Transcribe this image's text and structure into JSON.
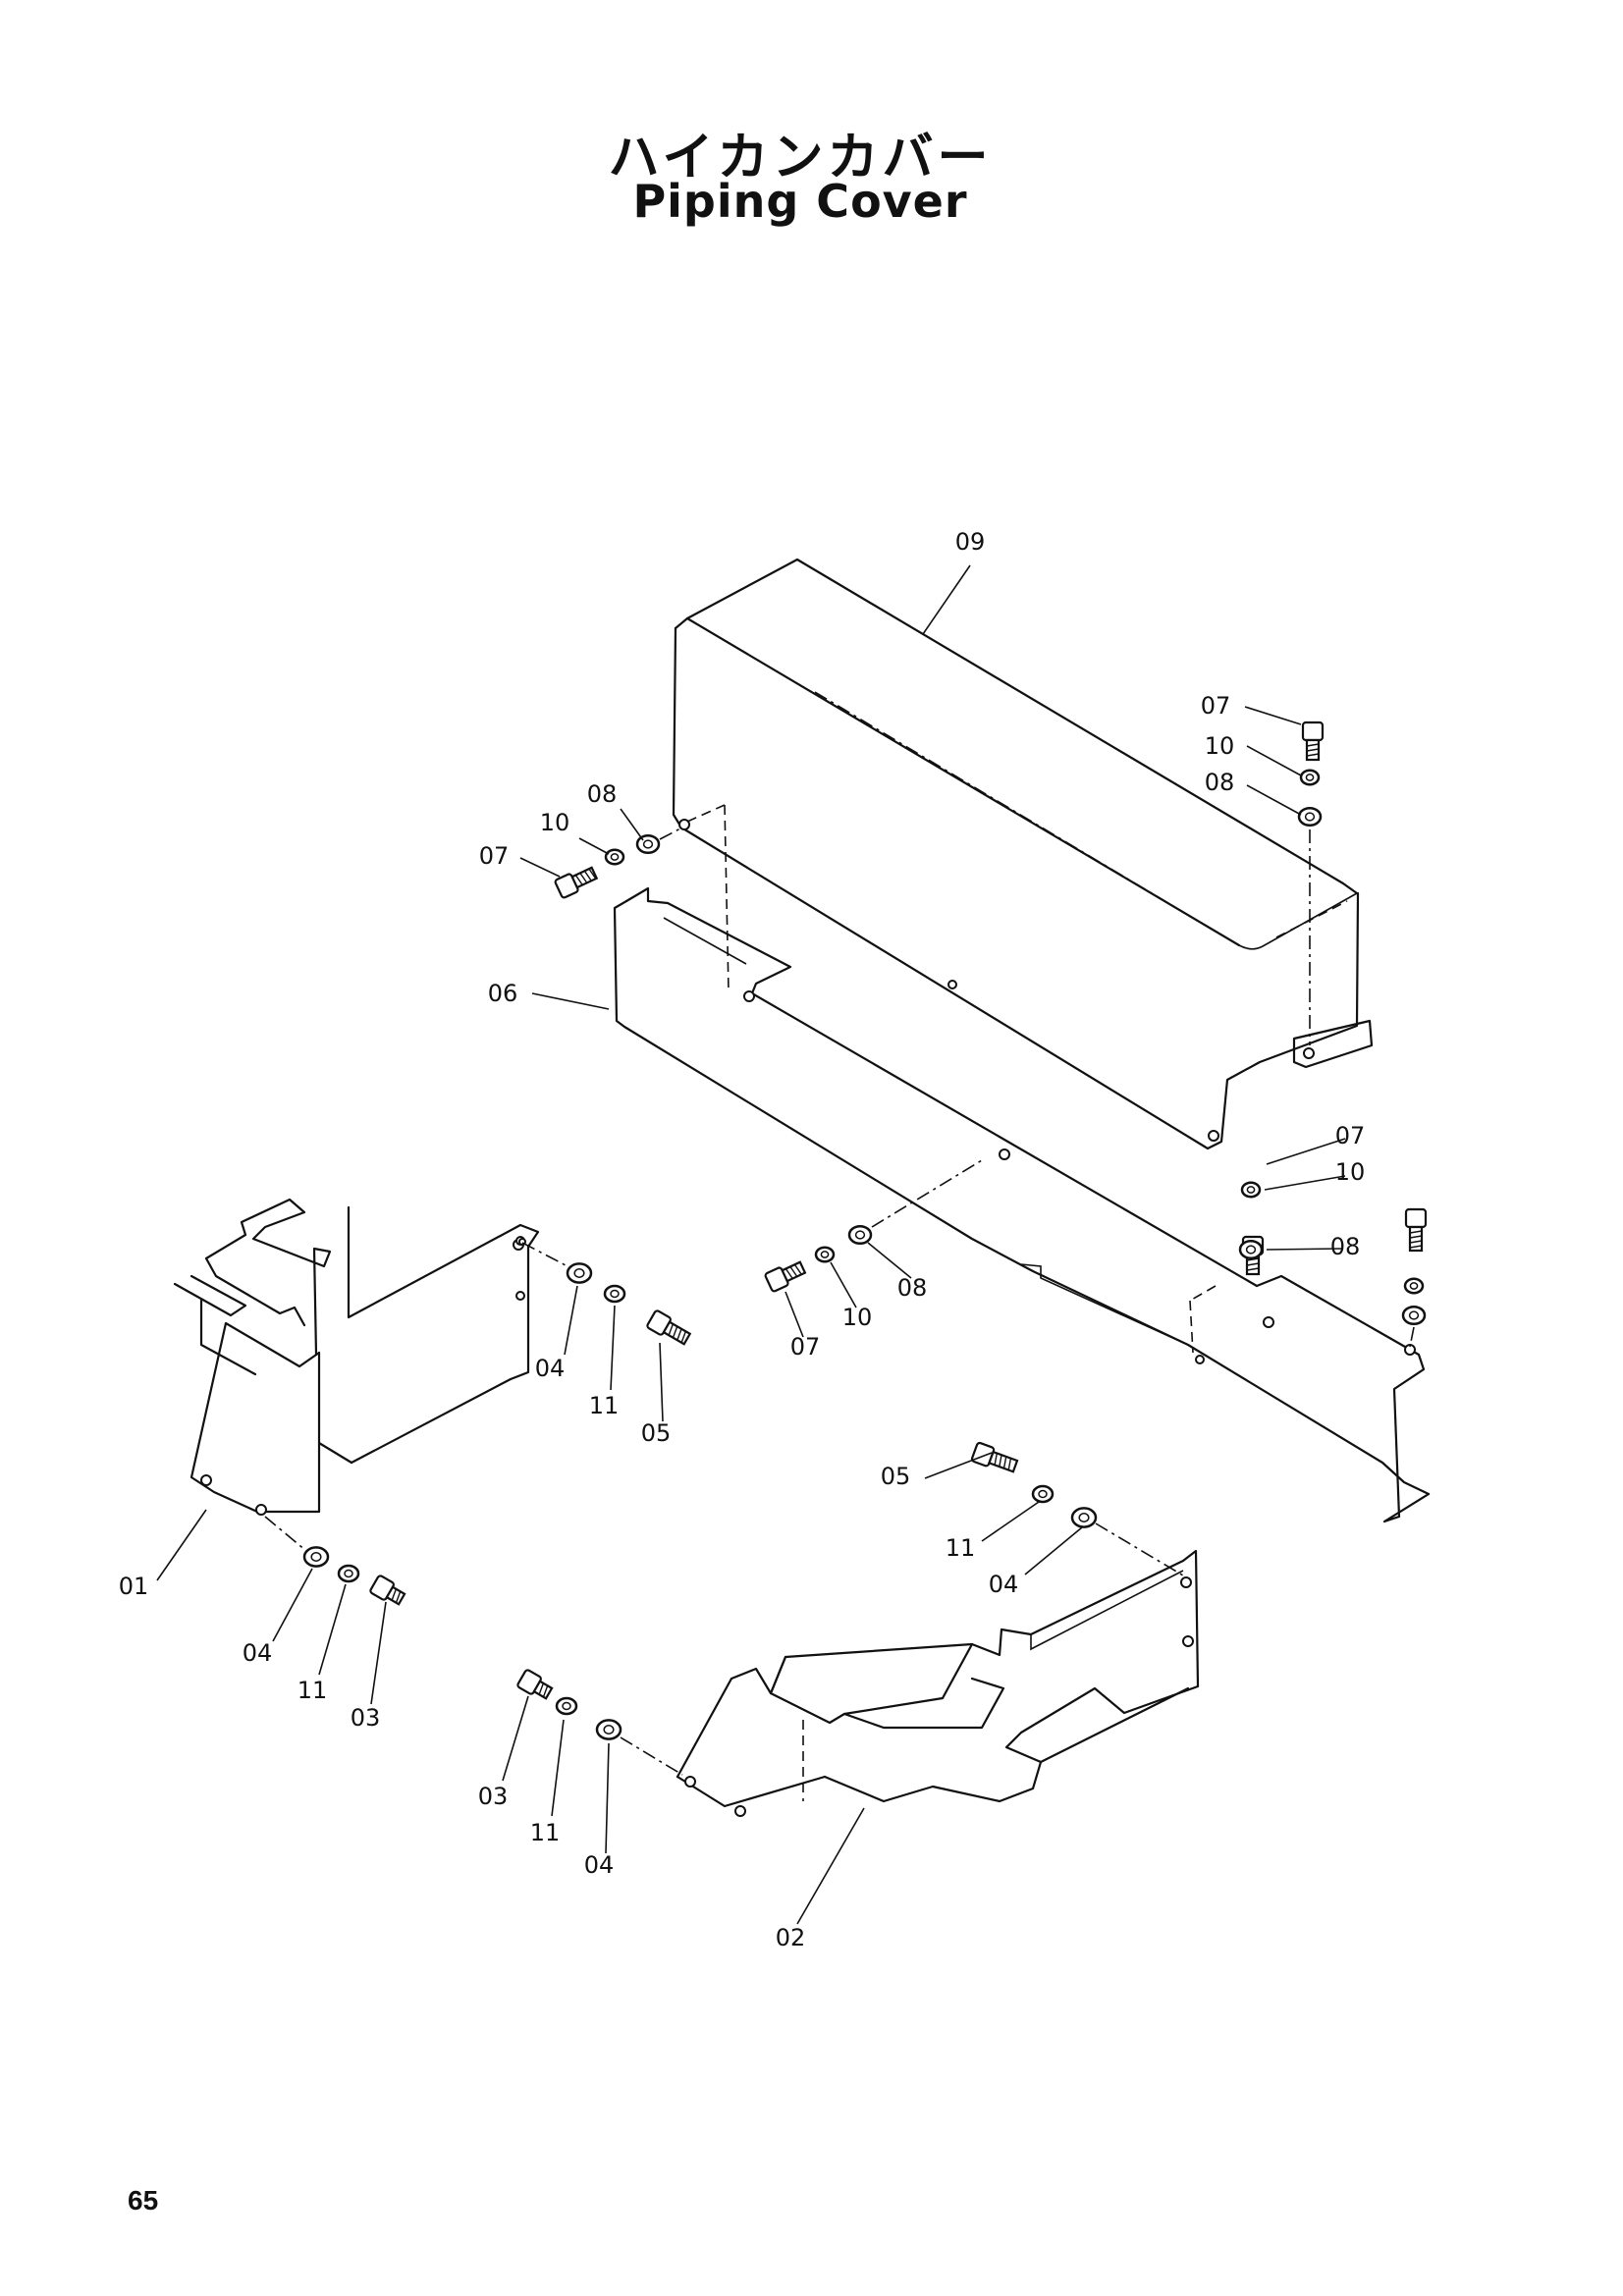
{
  "title": {
    "japanese": "ハイカンカバー",
    "english": "Piping Cover"
  },
  "page_number": "65",
  "callouts": [
    {
      "id": "c09",
      "label": "09"
    },
    {
      "id": "c07a",
      "label": "07"
    },
    {
      "id": "c10a",
      "label": "10"
    },
    {
      "id": "c08a",
      "label": "08"
    },
    {
      "id": "c08b",
      "label": "08"
    },
    {
      "id": "c10b",
      "label": "10"
    },
    {
      "id": "c07b",
      "label": "07"
    },
    {
      "id": "c06",
      "label": "06"
    },
    {
      "id": "c07c",
      "label": "07"
    },
    {
      "id": "c10c",
      "label": "10"
    },
    {
      "id": "c08c",
      "label": "08"
    },
    {
      "id": "c08d",
      "label": "08"
    },
    {
      "id": "c10d",
      "label": "10"
    },
    {
      "id": "c07d",
      "label": "07"
    },
    {
      "id": "c04a",
      "label": "04"
    },
    {
      "id": "c11a",
      "label": "11"
    },
    {
      "id": "c05a",
      "label": "05"
    },
    {
      "id": "c01",
      "label": "01"
    },
    {
      "id": "c04b",
      "label": "04"
    },
    {
      "id": "c11b",
      "label": "11"
    },
    {
      "id": "c03a",
      "label": "03"
    },
    {
      "id": "c05b",
      "label": "05"
    },
    {
      "id": "c11c",
      "label": "11"
    },
    {
      "id": "c04c",
      "label": "04"
    },
    {
      "id": "c03b",
      "label": "03"
    },
    {
      "id": "c11d",
      "label": "11"
    },
    {
      "id": "c04d",
      "label": "04"
    },
    {
      "id": "c02",
      "label": "02"
    }
  ]
}
